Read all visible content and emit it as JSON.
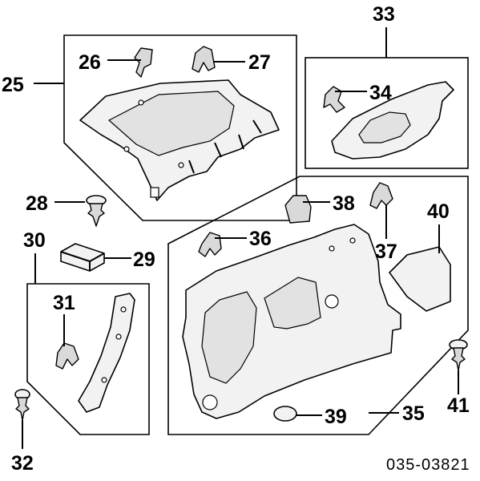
{
  "callouts": {
    "c25": "25",
    "c26": "26",
    "c27": "27",
    "c28": "28",
    "c29": "29",
    "c30": "30",
    "c31": "31",
    "c32": "32",
    "c33": "33",
    "c34": "34",
    "c35": "35",
    "c36": "36",
    "c37": "37",
    "c38": "38",
    "c39": "39",
    "c40": "40",
    "c41": "41"
  },
  "diagram_code": "035-03821"
}
